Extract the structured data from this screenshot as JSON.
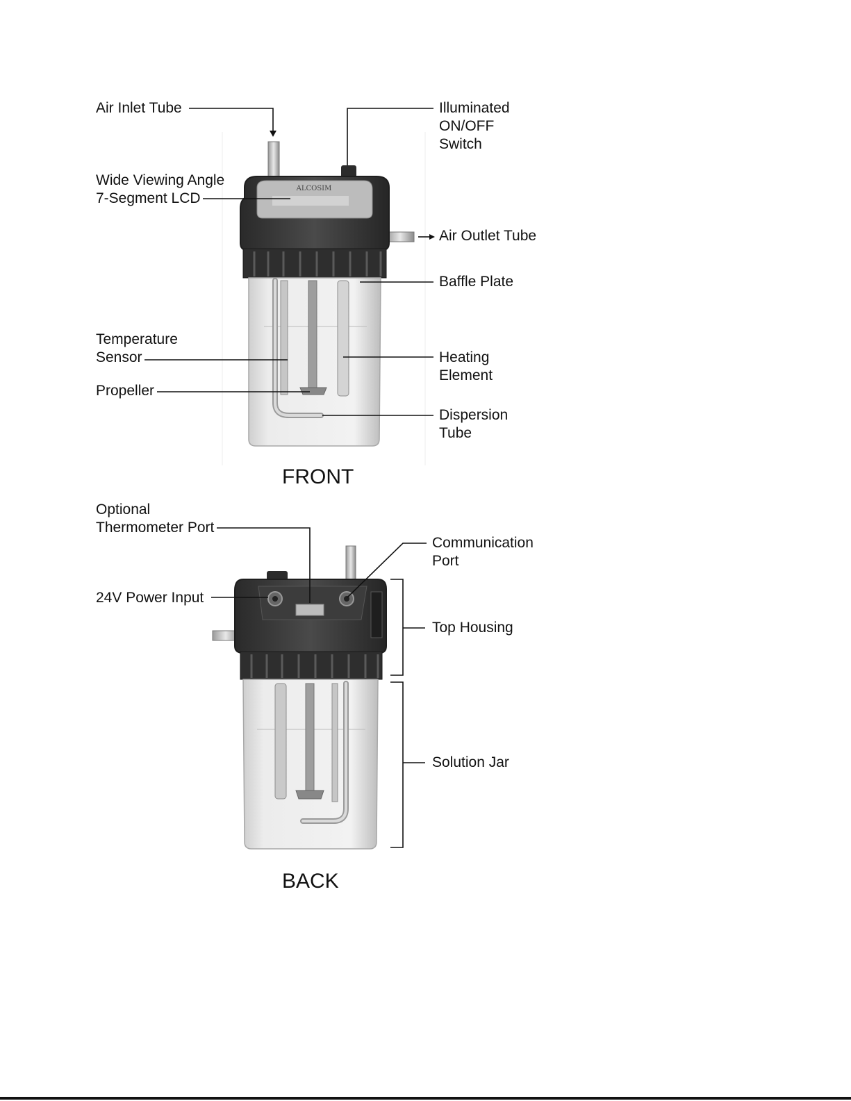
{
  "front": {
    "caption": "FRONT",
    "brand": "ALCOSIM",
    "labels": {
      "air_inlet": "Air Inlet Tube",
      "switch": "Illuminated\nON/OFF\nSwitch",
      "lcd": "Wide Viewing Angle\n7-Segment LCD",
      "air_outlet": "Air Outlet Tube",
      "baffle": "Baffle Plate",
      "temp_sensor": "Temperature\nSensor",
      "heating": "Heating\nElement",
      "propeller": "Propeller",
      "dispersion": "Dispersion\nTube"
    }
  },
  "back": {
    "caption": "BACK",
    "labels": {
      "thermometer_port": "Optional\nThermometer Port",
      "comm_port": "Communication\nPort",
      "power": "24V Power Input",
      "top_housing": "Top Housing",
      "solution_jar": "Solution Jar"
    }
  },
  "colors": {
    "housing": "#3a3a3a",
    "jar": "#e6e6e6",
    "line": "#111111"
  }
}
